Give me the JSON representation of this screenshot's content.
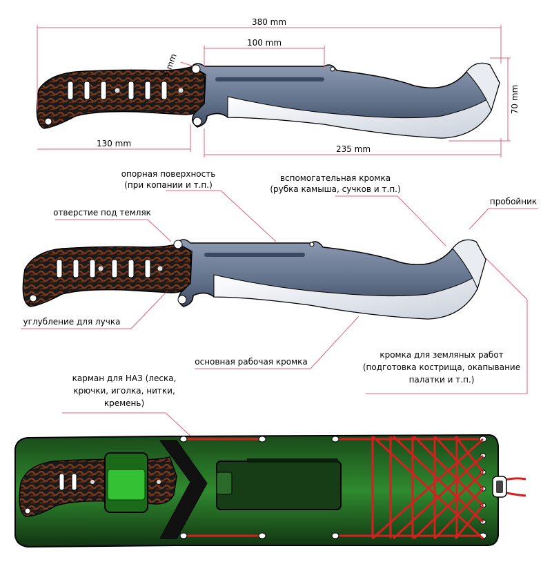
{
  "colors": {
    "dimension_line": "#e0607a",
    "leader_line": "#e0607a",
    "handle_dark": "#1a1a1a",
    "handle_pattern": "#7a3a1e",
    "blade_grey": "#6f7f97",
    "blade_edge": "#ffffff",
    "sheath_green": "#2f8a2f",
    "sheath_dark": "#0f2a0f",
    "cord_red": "#d42020"
  },
  "dimensions": {
    "total_length": "380 mm",
    "fuller_length": "100 mm",
    "spine_thickness": "5 mm",
    "handle_length": "130 mm",
    "blade_length": "235 mm",
    "blade_width": "70 mm"
  },
  "labels": {
    "support_surface": [
      "опорная поверхность",
      "(при копании и т.п.)"
    ],
    "auxiliary_edge": [
      "вспомогательная кромка",
      "(рубка камыша, сучков и т.п.)"
    ],
    "punch": [
      "пробойник"
    ],
    "lanyard_hole": [
      "отверстие под темляк"
    ],
    "bow_recess": [
      "углубление для лучка"
    ],
    "main_edge": [
      "основная рабочая кромка"
    ],
    "earth_edge": [
      "кромка для земляных работ",
      "(подготовка кострища, окапывание",
      "палатки и т.п.)"
    ],
    "nz_pocket": [
      "карман для НАЗ (леска,",
      "крючки, иголка, нитки,",
      "кремень)"
    ]
  },
  "icons": [
    "knife-side-view",
    "sheath-with-cord-lacing"
  ]
}
